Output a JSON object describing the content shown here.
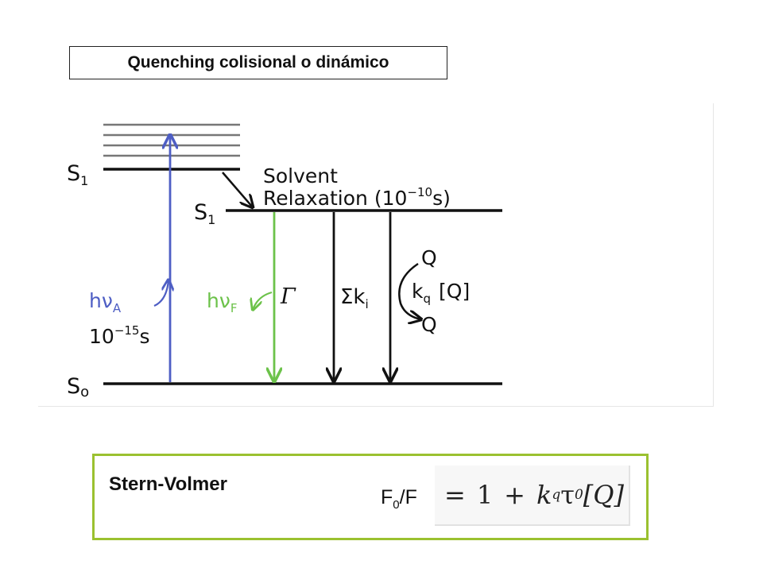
{
  "title": "Quenching colisional o dinámico",
  "diagram": {
    "labels": {
      "s1_upper": "S",
      "s1_upper_sub": "1",
      "s1_lower": "S",
      "s1_lower_sub": "1",
      "s0": "S",
      "s0_sub": "o",
      "solvent_line1": "Solvent",
      "solvent_line2": "Relaxation (10",
      "solvent_exp": "−10",
      "solvent_unit": "s)",
      "hv_a": "hν",
      "hv_a_sub": "A",
      "time_base": "10",
      "time_exp": "−15",
      "time_unit": "s",
      "hv_f": "hν",
      "hv_f_sub": "F",
      "gamma": "Γ",
      "sum_k": "Σk",
      "sum_k_sub": "i",
      "q_top": "Q",
      "kq": "k",
      "kq_sub": "q",
      "kq_conc": "[Q]",
      "q_bottom": "Q"
    },
    "colors": {
      "absorption": "#4e5ec4",
      "fluorescence": "#6cc24a",
      "lines": "#111111"
    }
  },
  "stern_volmer": {
    "title": "Stern-Volmer",
    "lhs_main": "F",
    "lhs_sub": "0",
    "lhs_tail": "/F",
    "eq_equals": "=",
    "eq_one": "1",
    "eq_plus": "+",
    "eq_k": "k",
    "eq_k_sub": "q",
    "eq_tau": "τ",
    "eq_tau_sub": "0",
    "eq_conc": "[Q]",
    "border_color": "#9bc130"
  }
}
